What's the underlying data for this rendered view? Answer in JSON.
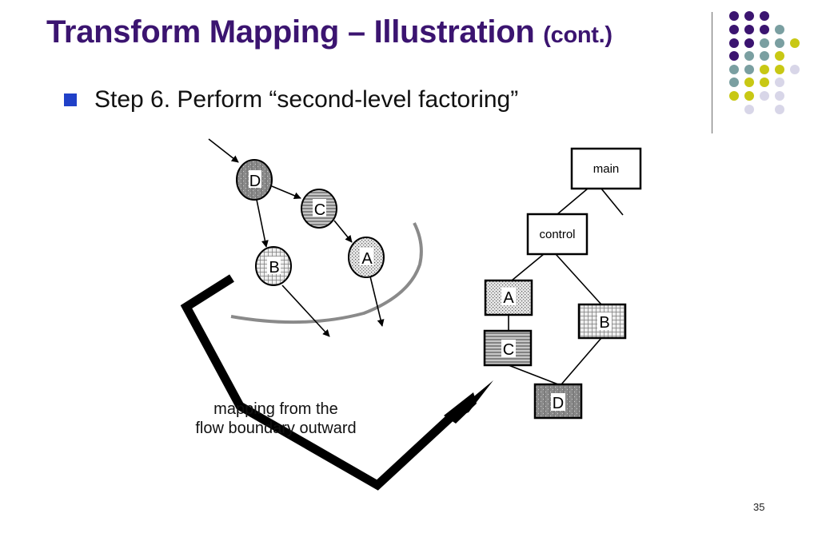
{
  "slide": {
    "title_main": "Transform Mapping – Illustration",
    "title_suffix": "(cont.)",
    "bullet": "Step 6. Perform “second-level factoring”",
    "page_number": "35"
  },
  "colors": {
    "title": "#3b1470",
    "bullet": "#2040c8",
    "dot_purple": "#3b1470",
    "dot_teal": "#7a9fa1",
    "dot_yellow": "#c8c814",
    "dot_lavender": "#d8d6e8"
  },
  "flow_graph": {
    "nodes": [
      {
        "id": "D",
        "label": "D"
      },
      {
        "id": "C",
        "label": "C"
      },
      {
        "id": "A",
        "label": "A"
      },
      {
        "id": "B",
        "label": "B"
      }
    ]
  },
  "structure_chart": {
    "main_label": "main",
    "control_label": "control",
    "modules": [
      {
        "id": "A",
        "label": "A"
      },
      {
        "id": "C",
        "label": "C"
      },
      {
        "id": "B",
        "label": "B"
      },
      {
        "id": "D",
        "label": "D"
      }
    ]
  },
  "annotation": {
    "line1": "mapping from the",
    "line2": "flow boundary outward"
  }
}
